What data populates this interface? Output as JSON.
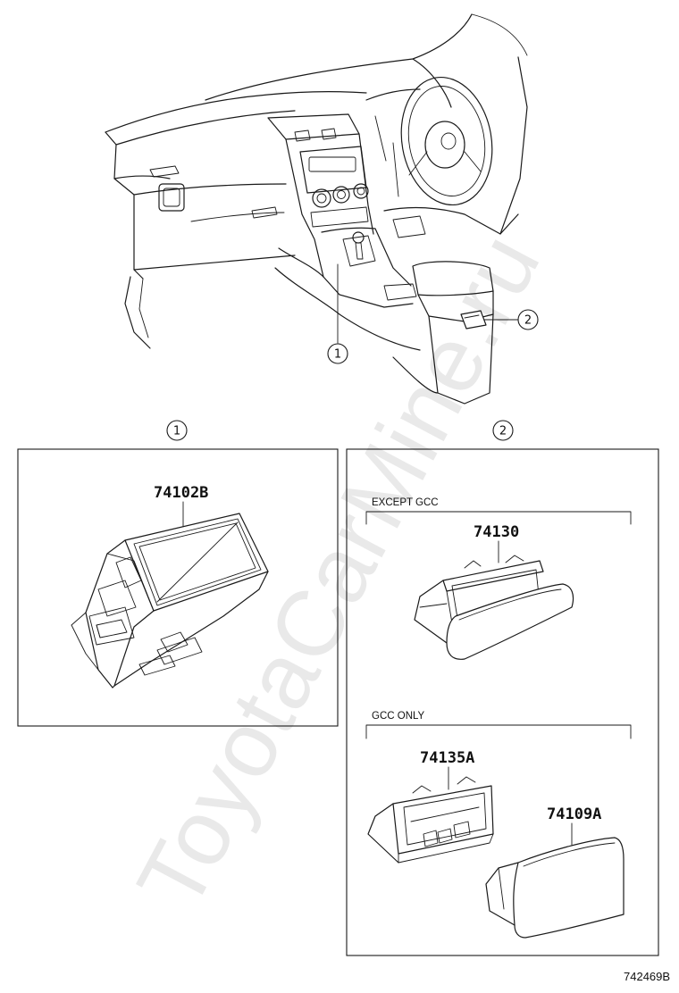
{
  "watermark": "ToyotaCarMine.ru",
  "callouts": {
    "one": "1",
    "two": "2"
  },
  "panel1": {
    "header": "1",
    "part": "74102B"
  },
  "panel2": {
    "header": "2",
    "except": {
      "label": "EXCEPT GCC",
      "part": "74130"
    },
    "gcc": {
      "label": "GCC ONLY",
      "part_a": "74135A",
      "part_b": "74109A"
    }
  },
  "diagram_code": "742469B"
}
